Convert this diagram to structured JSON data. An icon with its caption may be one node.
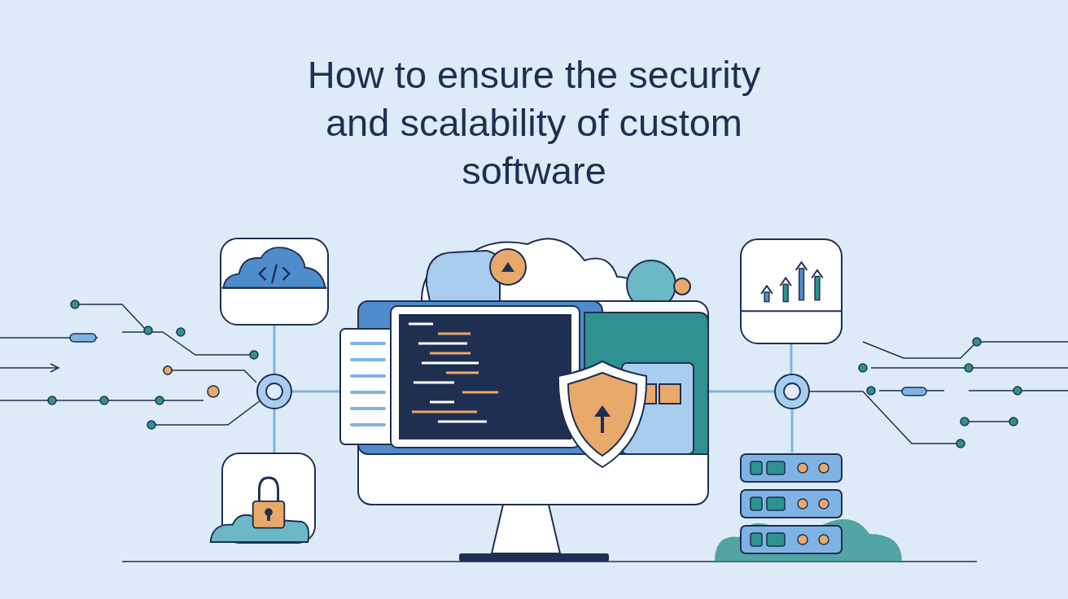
{
  "diagram": {
    "title": "How to ensure the security and scalability of custom software",
    "nodes": [
      {
        "text": [],
        "shape": "box"
      },
      {
        "text": [],
        "shape": "circle"
      },
      {
        "text": [],
        "shape": "box"
      },
      {
        "text": [],
        "shape": "picture"
      },
      {
        "text": [],
        "shape": "box"
      },
      {
        "text": [],
        "shape": "circle"
      },
      {
        "text": [],
        "shape": "picture"
      }
    ],
    "edges": [
      {
        "from": 0,
        "to": 1,
        "arrow": "none"
      },
      {
        "from": 1,
        "to": 2,
        "arrow": "none"
      },
      {
        "from": 1,
        "to": 3,
        "arrow": "none"
      },
      {
        "from": 3,
        "to": 5,
        "arrow": "none"
      },
      {
        "from": 4,
        "to": 5,
        "arrow": "none"
      },
      {
        "from": 5,
        "to": 6,
        "arrow": "none"
      }
    ]
  }
}
